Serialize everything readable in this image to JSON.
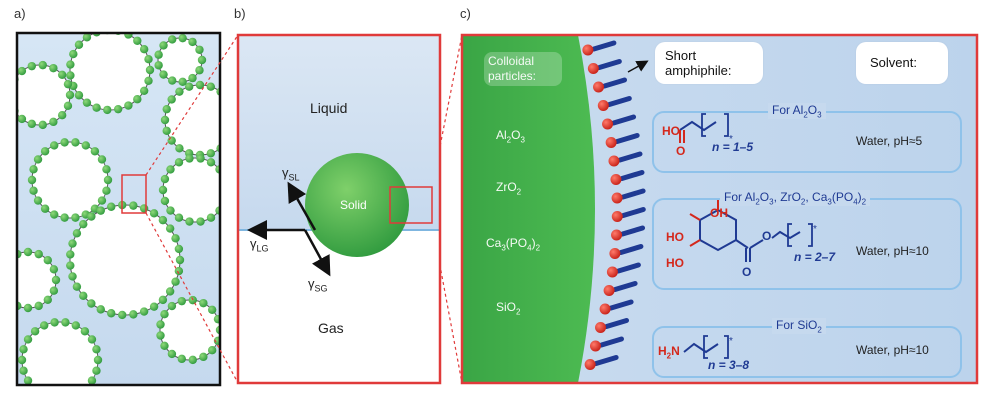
{
  "panels": {
    "a": {
      "label": "a)"
    },
    "b": {
      "label": "b)",
      "liquid": "Liquid",
      "solid": "Solid",
      "gas": "Gas",
      "gamma_sl": "γ",
      "sub_sl": "SL",
      "gamma_lg": "γ",
      "sub_lg": "LG",
      "gamma_sg": "γ",
      "sub_sg": "SG"
    },
    "c": {
      "label": "c)",
      "colloidal_label": "Colloidal particles:",
      "particles": [
        "Al2O3",
        "ZrO2",
        "Ca3(PO4)2",
        "SiO2"
      ],
      "short_amphiphile": "Short amphiphile:",
      "solvent": "Solvent:",
      "boxes": [
        {
          "heading": "For Al2O3",
          "n_range": "n = 1–5",
          "condition": "Water, pH≈5"
        },
        {
          "heading": "For Al2O3, ZrO2, Ca3(PO4)2",
          "n_range": "n = 2–7",
          "condition": "Water, pH≈10"
        },
        {
          "heading": "For SiO2",
          "n_range": "n = 3–8",
          "condition": "Water, pH≈10"
        }
      ]
    }
  },
  "colors": {
    "green": "#3fae49",
    "red_frame": "#e03a3a",
    "blue_fill": "#cfe0f1",
    "dark_blue": "#1f3a93",
    "light_blue": "#8fc2ea"
  }
}
